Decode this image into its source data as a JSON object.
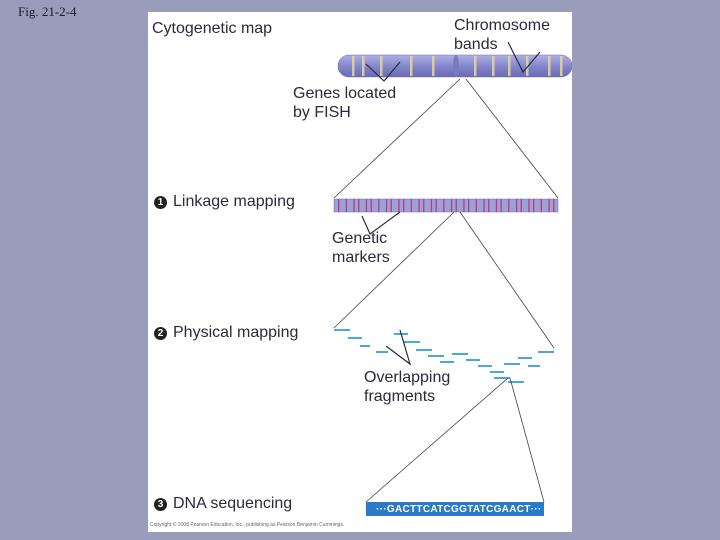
{
  "figure_label": "Fig. 21-2-4",
  "labels": {
    "cytogenetic_map": "Cytogenetic map",
    "chromosome_bands_1": "Chromosome",
    "chromosome_bands_2": "bands",
    "genes_fish_1": "Genes located",
    "genes_fish_2": "by FISH",
    "genetic_markers_1": "Genetic",
    "genetic_markers_2": "markers",
    "overlapping_1": "Overlapping",
    "overlapping_2": "fragments"
  },
  "steps": [
    {
      "number": "1",
      "label": "Linkage mapping"
    },
    {
      "number": "2",
      "label": "Physical mapping"
    },
    {
      "number": "3",
      "label": "DNA sequencing"
    }
  ],
  "sequence": "···GACTTCATCGGTATCGAACT···",
  "copyright": "Copyright © 2008 Pearson Education, Inc., publishing as Pearson Benjamin Cummings.",
  "colors": {
    "background": "#9a9cbc",
    "chromosome": "#8e8ed0",
    "band": "#e8d890",
    "marker": "#c03a6a",
    "fragment": "#4aa8d8",
    "sequence_bar": "#2a7ac8"
  }
}
